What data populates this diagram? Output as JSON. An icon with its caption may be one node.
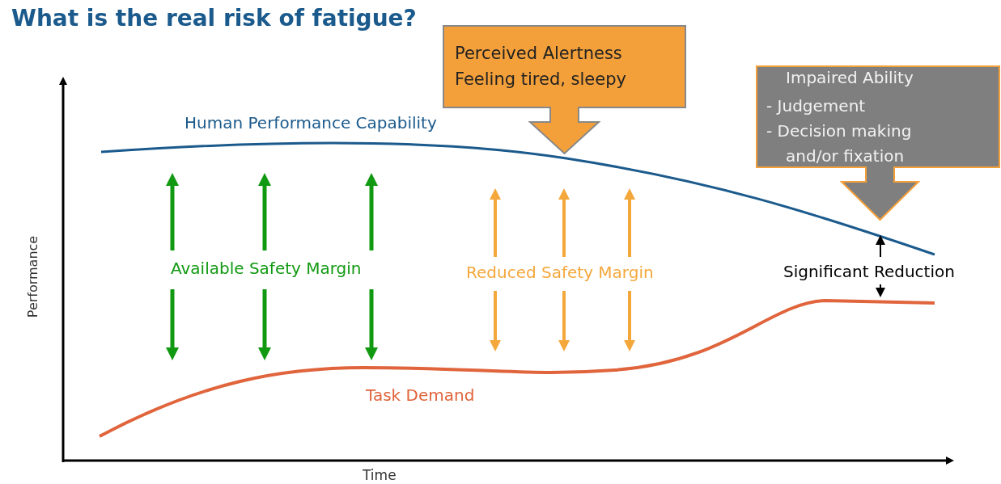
{
  "diagram": {
    "title": "What is the real risk of fatigue?",
    "nodes": [
      {
        "text": [
          "Perceived Alertness",
          "Feeling tired, sleepy"
        ]
      },
      {
        "text": [
          "Impaired  Ability",
          "- Judgement",
          "- Decision making and/or fixation"
        ]
      }
    ],
    "labels": [
      "Human Performance Capability",
      "Available Safety Margin",
      "Reduced Safety Margin",
      "Significant Reduction",
      "Task Demand",
      "Performance",
      "Time"
    ]
  }
}
